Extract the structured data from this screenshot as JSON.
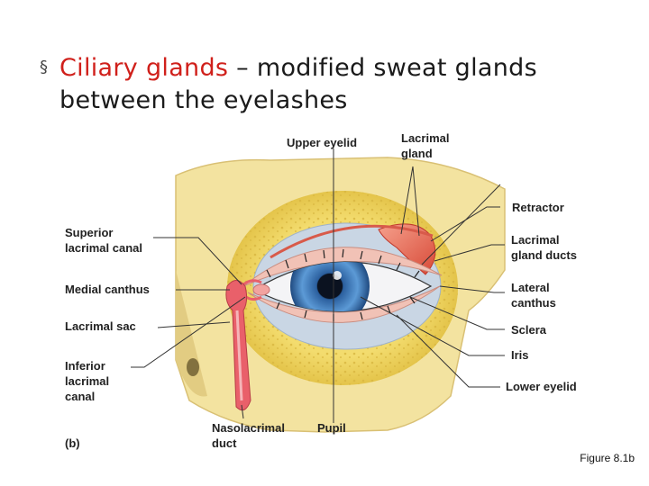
{
  "slide": {
    "bullet": {
      "term": "Ciliary glands",
      "separator": " – ",
      "definition": "modified sweat glands between the eyelashes"
    },
    "figure_caption": "Figure 8.1b"
  },
  "diagram": {
    "panel_label": "(b)",
    "labels": {
      "upper_eyelid": "Upper eyelid",
      "lacrimal_gland_1": "Lacrimal",
      "lacrimal_gland_2": "gland",
      "retractor": "Retractor",
      "lacrimal_gland_ducts_1": "Lacrimal",
      "lacrimal_gland_ducts_2": "gland ducts",
      "lateral_canthus_1": "Lateral",
      "lateral_canthus_2": "canthus",
      "sclera": "Sclera",
      "iris": "Iris",
      "lower_eyelid": "Lower eyelid",
      "superior_lacrimal_canal_1": "Superior",
      "superior_lacrimal_canal_2": "lacrimal canal",
      "medial_canthus": "Medial canthus",
      "lacrimal_sac": "Lacrimal sac",
      "inferior_lacrimal_canal_1": "Inferior",
      "inferior_lacrimal_canal_2": "lacrimal",
      "inferior_lacrimal_canal_3": "canal",
      "nasolacrimal_duct_1": "Nasolacrimal",
      "nasolacrimal_duct_2": "duct",
      "pupil": "Pupil"
    },
    "colors": {
      "bone": "#f3e3a0",
      "bone_shadow": "#d9c074",
      "fat": "#f2d75c",
      "gland": "#e8624a",
      "sac": "#e9606a",
      "iris": "#3d7bbf",
      "sclera": "#f4f4f6",
      "skin": "#f1c2b6",
      "leader": "#333333",
      "term": "#d0201b"
    }
  }
}
